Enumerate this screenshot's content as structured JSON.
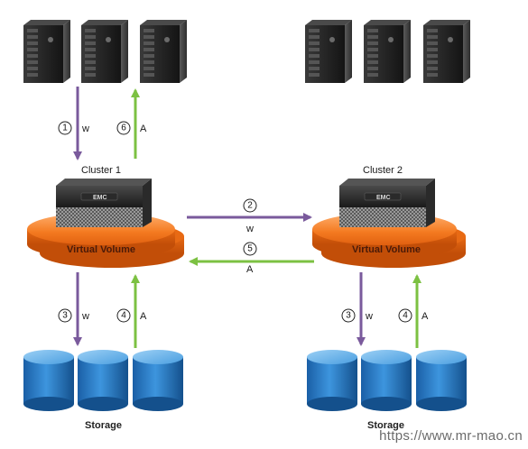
{
  "clusters": [
    {
      "label": "Cluster 1",
      "volume_label": "Virtual Volume",
      "appliance_brand": "EMC",
      "storage_label": "Storage"
    },
    {
      "label": "Cluster 2",
      "volume_label": "Virtual Volume",
      "appliance_brand": "EMC",
      "storage_label": "Storage"
    }
  ],
  "steps": [
    {
      "num": "1",
      "letter": "w"
    },
    {
      "num": "2",
      "letter": "w"
    },
    {
      "num": "3",
      "letter": "w"
    },
    {
      "num": "4",
      "letter": "A"
    },
    {
      "num": "5",
      "letter": "A"
    },
    {
      "num": "6",
      "letter": "A"
    },
    {
      "num": "3",
      "letter": "w"
    },
    {
      "num": "4",
      "letter": "A"
    }
  ],
  "colors": {
    "write_arrow": "#7a5a9c",
    "ack_arrow": "#7cc142",
    "volume_orange": "#f47a20",
    "storage_blue": "#2a7fc8",
    "server_dark": "#1c1c1c"
  },
  "icons": {
    "server": "server-tower-icon",
    "appliance": "storage-appliance-icon",
    "disk": "disk-cylinder-icon"
  },
  "watermark": "https://www.mr-mao.cn"
}
